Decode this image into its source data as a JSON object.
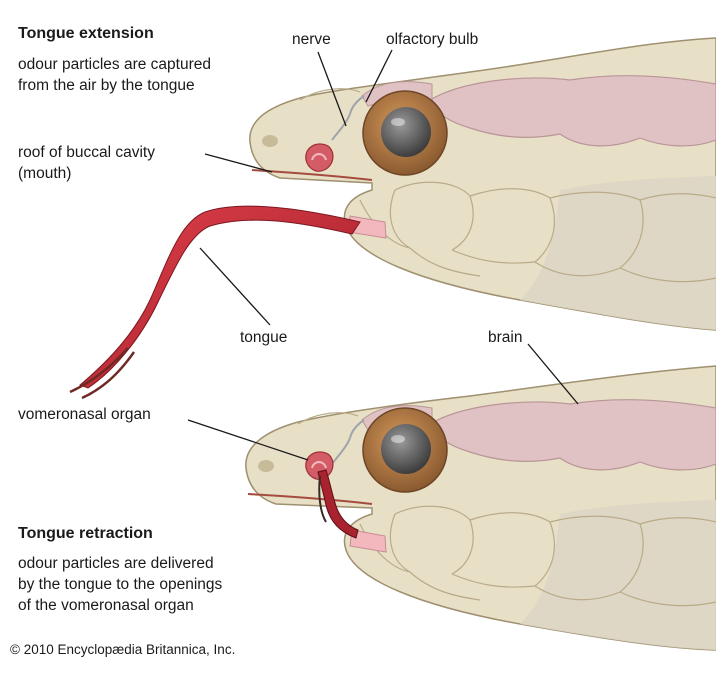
{
  "top_panel": {
    "heading": "Tongue extension",
    "caption_line1": "odour particles are captured",
    "caption_line2": "from the air by the tongue"
  },
  "bottom_panel": {
    "heading": "Tongue retraction",
    "caption_line1": "odour particles are delivered",
    "caption_line2": "by the tongue to the openings",
    "caption_line3": "of the vomeronasal organ"
  },
  "labels": {
    "nerve": "nerve",
    "olfactory_bulb": "olfactory bulb",
    "roof_line1": "roof of buccal cavity",
    "roof_line2": "(mouth)",
    "tongue": "tongue",
    "brain": "brain",
    "vomeronasal_organ": "vomeronasal organ"
  },
  "copyright": "© 2010 Encyclopædia Britannica, Inc.",
  "colors": {
    "scale_fill": "#e7dfc6",
    "scale_line": "#b9ab88",
    "back_fill": "#ddd6c4",
    "brain": "#e1c2c4",
    "tongue": "#c42a35",
    "organ": "#d45c66",
    "iris": "#b57b45",
    "pupil": "#5c5c5c"
  }
}
